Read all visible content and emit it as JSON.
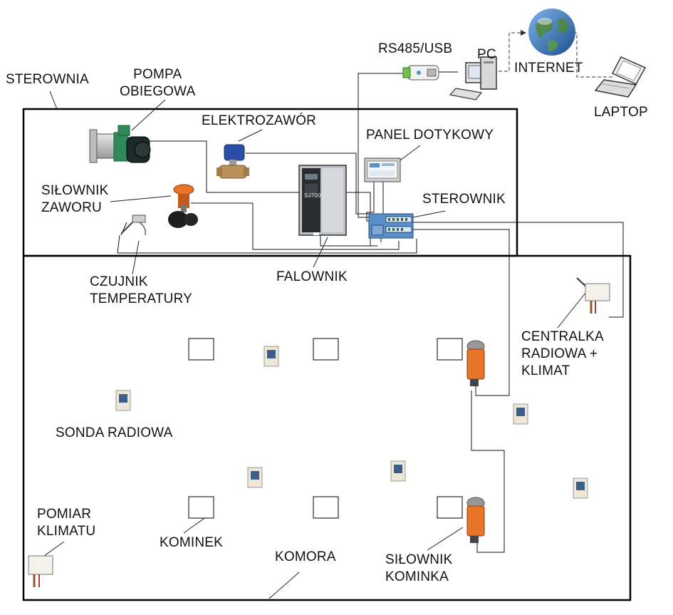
{
  "areas": {
    "control_room": "STEROWNIA",
    "chamber": "KOMORA"
  },
  "labels": {
    "pump": "POMPA\nOBIEGOWA",
    "solenoid_valve": "ELEKTROZAWÓR",
    "valve_actuator": "SIŁOWNIK\nZAWORU",
    "temp_sensor": "CZUJNIK\nTEMPERATURY",
    "inverter": "FALOWNIK",
    "touch_panel": "PANEL DOTYKOWY",
    "controller": "STEROWNIK",
    "converter": "RS485/USB",
    "pc": "PC",
    "internet": "INTERNET",
    "laptop": "LAPTOP",
    "radio_hub": "CENTRALKA\nRADIOWA +\nKLIMAT",
    "radio_probe": "SONDA RADIOWA",
    "climate_meter": "POMIAR\nKLIMATU",
    "chimney": "KOMINEK",
    "chimney_actuator": "SIŁOWNIK\nKOMINKA"
  },
  "device_text": {
    "inverter_model": "SJ700"
  },
  "colors": {
    "pump_body": "#2e8b57",
    "pump_motor": "#1e2a2a",
    "valve_brass": "#b8925a",
    "actuator_orange": "#e8742a",
    "controller_blue": "#5b8fc9",
    "globe_blue": "#2b6cb5",
    "probe_blue": "#3a5f8a"
  }
}
